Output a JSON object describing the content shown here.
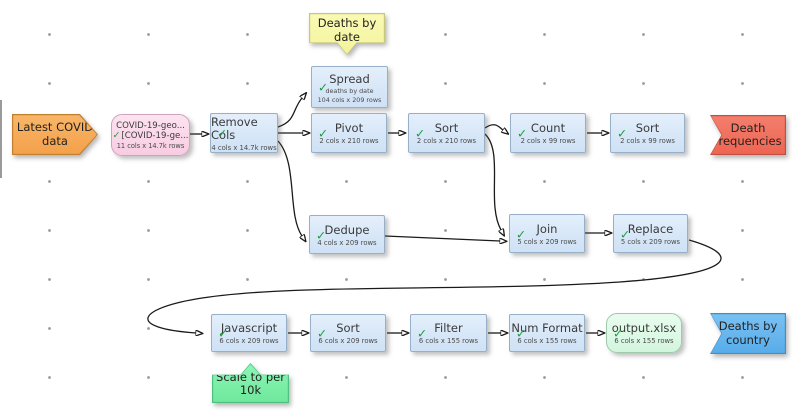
{
  "app": {
    "kind": "data-transform-flow-canvas"
  },
  "icons": {
    "check": "✓"
  },
  "colors": {
    "node_fill": "#d7e7f8",
    "node_border": "#97afc7",
    "source_fill": "#fad5e8",
    "source_border": "#cfa3bc",
    "output_node_fill": "#dcf9e5",
    "output_node_border": "#9ec9ab",
    "input_marker": "#f4a04a",
    "output_marker_red": "#ee6552",
    "output_marker_blue": "#58acea",
    "note_yellow": "#f3f39c",
    "note_green": "#6fe89c",
    "check_green": "#1f9d3f",
    "edge_stroke": "#1a1a1a",
    "dot_grid": "#9a9a9a"
  },
  "labels": {
    "input": "Latest COVID data",
    "death_frequencies": "Death frequencies",
    "deaths_by_country": "Deaths by country"
  },
  "notes": {
    "deaths_by_date": "Deaths by date",
    "scale": "Scale to per 10k"
  },
  "nodes": {
    "source": {
      "line1": "COVID-19-geo...",
      "line2": "[COVID-19-ge...",
      "sub": "11 cols x 14.7k rows"
    },
    "remove_cols": {
      "title": "Remove Cols",
      "sub": "4 cols x 14.7k rows"
    },
    "spread": {
      "title": "Spread",
      "note": "deaths by date",
      "sub": "104 cols x 209 rows"
    },
    "pivot": {
      "title": "Pivot",
      "sub": "2 cols x 210 rows"
    },
    "sort_a": {
      "title": "Sort",
      "sub": "2 cols x 210 rows"
    },
    "count": {
      "title": "Count",
      "sub": "2 cols x 99 rows"
    },
    "sort_b": {
      "title": "Sort",
      "sub": "2 cols x 99 rows"
    },
    "dedupe": {
      "title": "Dedupe",
      "sub": "4 cols x 209 rows"
    },
    "join": {
      "title": "Join",
      "sub": "5 cols x 209 rows"
    },
    "replace": {
      "title": "Replace",
      "sub": "5 cols x 209 rows"
    },
    "javascript": {
      "title": "Javascript",
      "sub": "6 cols x 209 rows"
    },
    "sort_c": {
      "title": "Sort",
      "sub": "6 cols x 209 rows"
    },
    "filter": {
      "title": "Filter",
      "sub": "6 cols x 155 rows"
    },
    "num_format": {
      "title": "Num Format",
      "sub": "6 cols x 155 rows"
    },
    "output": {
      "title": "output.xlsx",
      "sub": "6 cols x 155 rows"
    }
  },
  "edges": [
    {
      "from": "source",
      "to": "remove_cols"
    },
    {
      "from": "remove_cols",
      "to": "spread"
    },
    {
      "from": "remove_cols",
      "to": "pivot"
    },
    {
      "from": "remove_cols",
      "to": "dedupe"
    },
    {
      "from": "pivot",
      "to": "sort_a"
    },
    {
      "from": "sort_a",
      "to": "count"
    },
    {
      "from": "sort_a",
      "to": "join"
    },
    {
      "from": "count",
      "to": "sort_b"
    },
    {
      "from": "dedupe",
      "to": "join"
    },
    {
      "from": "join",
      "to": "replace"
    },
    {
      "from": "replace",
      "to": "javascript"
    },
    {
      "from": "javascript",
      "to": "sort_c"
    },
    {
      "from": "sort_c",
      "to": "filter"
    },
    {
      "from": "filter",
      "to": "num_format"
    },
    {
      "from": "num_format",
      "to": "output"
    }
  ]
}
